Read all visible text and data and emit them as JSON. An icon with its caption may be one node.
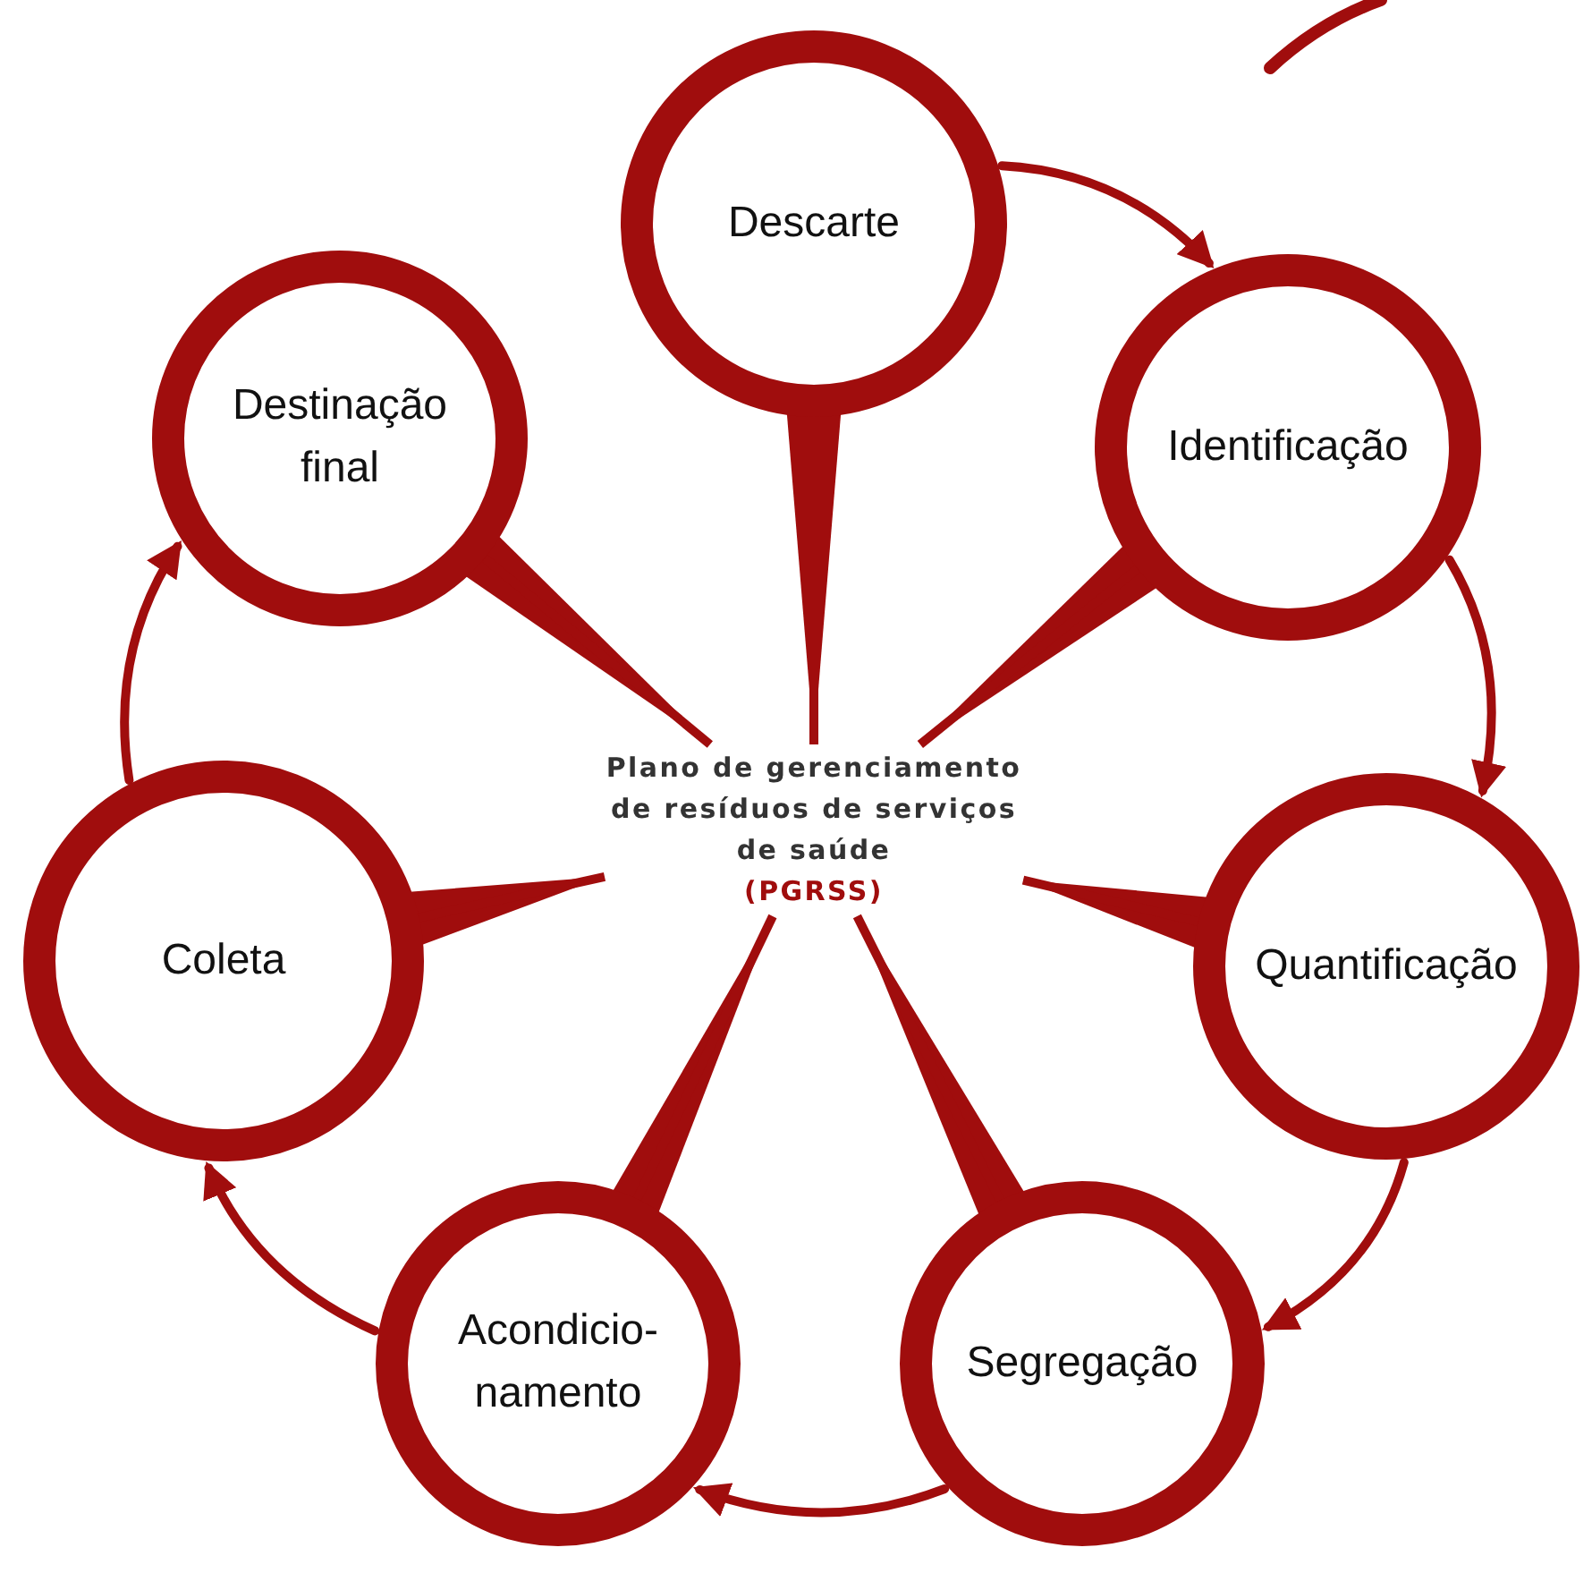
{
  "diagram": {
    "nodes": [
      {
        "text": [
          "Plano de gerenciamento de resíduos de serviços de saúde",
          "(PGRSS)"
        ]
      },
      {
        "text": [
          "Descarte"
        ]
      },
      {
        "text": [
          "Identificação"
        ]
      },
      {
        "text": [
          "Quantificação"
        ]
      },
      {
        "text": [
          "Segregação"
        ]
      },
      {
        "text": [
          "Acondicio- namento"
        ]
      },
      {
        "text": [
          "Coleta"
        ]
      },
      {
        "text": [
          "Destinação final"
        ]
      }
    ],
    "edges": [
      {
        "from": 1,
        "to": 0,
        "arrow": "none"
      },
      {
        "from": 2,
        "to": 0,
        "arrow": "none"
      },
      {
        "from": 3,
        "to": 0,
        "arrow": "none"
      },
      {
        "from": 4,
        "to": 0,
        "arrow": "none"
      },
      {
        "from": 5,
        "to": 0,
        "arrow": "none"
      },
      {
        "from": 6,
        "to": 0,
        "arrow": "none"
      },
      {
        "from": 7,
        "to": 0,
        "arrow": "none"
      },
      {
        "from": 1,
        "to": 2,
        "arrow": "to"
      },
      {
        "from": 2,
        "to": 3,
        "arrow": "to"
      },
      {
        "from": 3,
        "to": 4,
        "arrow": "to"
      },
      {
        "from": 4,
        "to": 5,
        "arrow": "to"
      },
      {
        "from": 5,
        "to": 6,
        "arrow": "to"
      },
      {
        "from": 6,
        "to": 7,
        "arrow": "to"
      }
    ]
  }
}
